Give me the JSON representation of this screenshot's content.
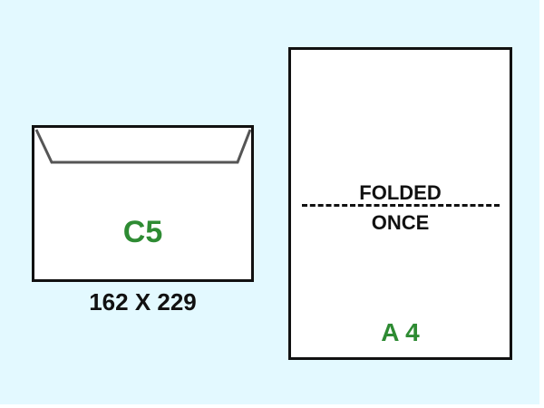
{
  "envelope": {
    "label": "C5",
    "size": "162 X 229"
  },
  "sheet": {
    "label": "A 4",
    "fold_text_top": "FOLDED",
    "fold_text_bottom": "ONCE"
  },
  "colors": {
    "background": "#e3f9ff",
    "paper": "#ffffff",
    "outline": "#111111",
    "label_green": "#2e8b33"
  }
}
